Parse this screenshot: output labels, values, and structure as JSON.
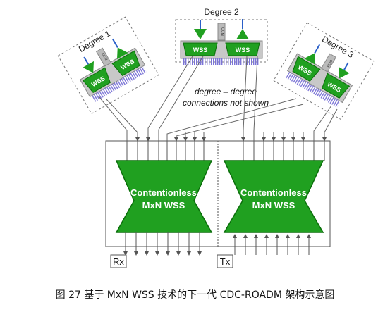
{
  "figure": {
    "degrees": [
      {
        "label": "Degree 1",
        "ocm_label": "OCM"
      },
      {
        "label": "Degree 2",
        "ocm_label": "OCM"
      },
      {
        "label": "Degree 3",
        "ocm_label": "OCM"
      }
    ],
    "wss_label": "WSS",
    "note_line1": "degree – degree",
    "note_line2": "connections not shown",
    "switch_line1": "Contentionless",
    "switch_line2": "MxN WSS",
    "rx_label": "Rx",
    "tx_label": "Tx",
    "colors": {
      "green": "#20a020",
      "green_dark": "#0a6e0a",
      "blue": "#2a5fc8",
      "ribbon": "#7b74d6",
      "grey_box": "#c8c8c8",
      "arrow": "#555555"
    }
  },
  "caption": "图 27 基于 MxN WSS 技术的下一代 CDC-ROADM 架构示意图"
}
